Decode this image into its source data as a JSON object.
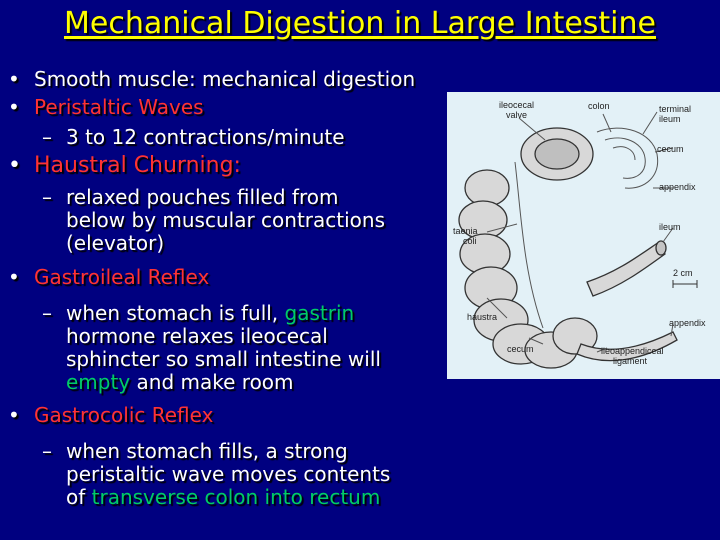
{
  "slide": {
    "title": "Mechanical Digestion in Large Intestine",
    "bullet_glyph": "•",
    "dash_glyph": "–"
  },
  "bullets": [
    {
      "text": "Smooth muscle: mechanical digestion"
    },
    {
      "text": "Peristaltic Waves",
      "sub": [
        "3 to 12 contractions/minute"
      ]
    },
    {
      "text": "Haustral Churning:",
      "sub": [
        "relaxed pouches filled from",
        "below by muscular contractions",
        "(elevator)"
      ]
    },
    {
      "text": "Gastroileal Reflex",
      "sub_parts": {
        "l1_a": "when stomach is full, ",
        "l1_b": "gastrin",
        "l2": "hormone relaxes ileocecal",
        "l3": "sphincter so small intestine will",
        "l4_a": "empty",
        "l4_b": " and make room"
      }
    },
    {
      "text": "Gastrocolic Reflex",
      "sub_parts": {
        "l1": "when stomach fills, a strong",
        "l2": "peristaltic wave moves contents",
        "l3_a": "of ",
        "l3_b": "transverse colon into rectum"
      }
    }
  ],
  "figure": {
    "labels": {
      "ileocecal_valve": [
        "ileocecal",
        "valve"
      ],
      "colon": "colon",
      "terminal_ileum": [
        "terminal",
        "ileum"
      ],
      "cecum_top": "cecum",
      "appendix_top": "appendix",
      "taenia_coli": [
        "taenia",
        "coli"
      ],
      "ileum": "ileum",
      "scale": "2 cm",
      "haustra": "haustra",
      "appendix_bottom": "appendix",
      "cecum_bottom": "cecum",
      "ileoappendiceal_ligament": [
        "ileoappendiceal",
        "ligament"
      ]
    }
  }
}
